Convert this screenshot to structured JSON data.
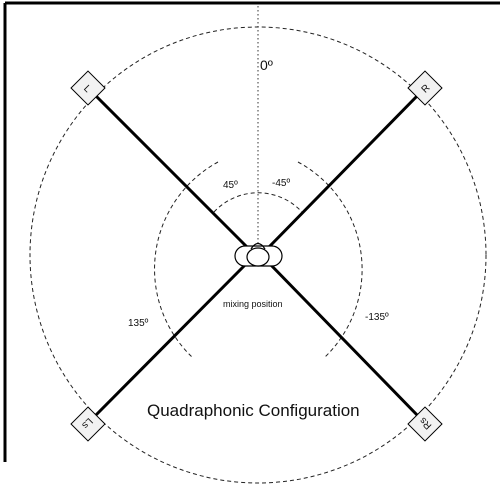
{
  "diagram": {
    "title": "Quadraphonic Configuration",
    "center_label": "0º",
    "listener_label": "mixing position",
    "angles": {
      "front_left": "45º",
      "front_right": "-45º",
      "rear_left": "135º",
      "rear_right": "-135º"
    },
    "speakers": {
      "front_left": "L",
      "front_right": "R",
      "rear_left": "Ls",
      "rear_right": "Rs"
    }
  }
}
